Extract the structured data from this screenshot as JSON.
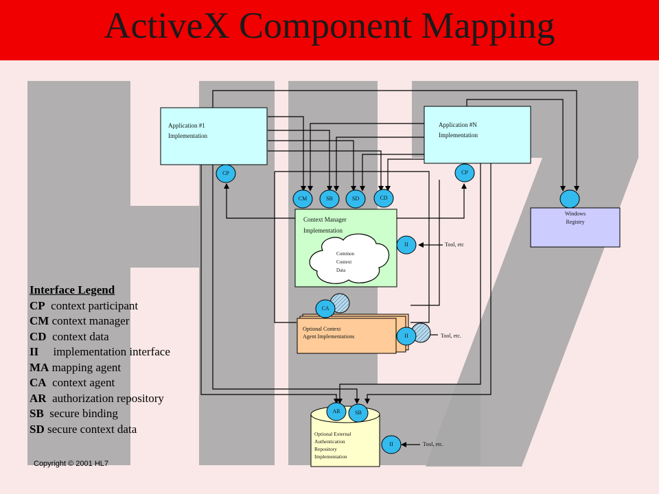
{
  "title": "ActiveX Component Mapping",
  "copyright": "Copyright © 2001 HL7",
  "colors": {
    "title_bar": "#f00000",
    "watermark": "#e8a8a8",
    "app_box": "#ccffff",
    "context_manager_box": "#ccffcc",
    "agent_box": "#ffcc99",
    "registry_box": "#ccccff",
    "repository": "#ffffcc",
    "interface_node": "#33bbee"
  },
  "watermark_text": "HL7",
  "boxes": {
    "app1": {
      "line1": "Application #1",
      "line2": "Implementation"
    },
    "appN": {
      "line1": "Application #N",
      "line2": "Implementation"
    },
    "context_manager": {
      "line1": "Context Manager",
      "line2": "Implementation"
    },
    "common_data": {
      "line1": "Common",
      "line2": "Context",
      "line3": "Data"
    },
    "agents": {
      "line1": "Optional Context",
      "line2": "Agent Implementations"
    },
    "registry": {
      "line1": "Windows",
      "line2": "Registry"
    },
    "repository": {
      "line1": "Optional External",
      "line2": "Authentication",
      "line3": "Repository",
      "line4": "Implementation"
    }
  },
  "nodes": {
    "cp": "CP",
    "cm": "CM",
    "sb": "SB",
    "sd": "SD",
    "cd": "CD",
    "ii": "II",
    "ca": "CA",
    "ar": "AR"
  },
  "tools": {
    "cm_tool": "Tool, etc",
    "agent_tool": "Tool, etc.",
    "repo_tool": "Tool, etc."
  },
  "legend": {
    "heading": "Interface Legend",
    "items": [
      {
        "code": "CP",
        "desc": "  context participant"
      },
      {
        "code": "CM",
        "desc": " context manager"
      },
      {
        "code": "CD",
        "desc": "  context data"
      },
      {
        "code": "II",
        "desc": "     implementation interface"
      },
      {
        "code": "MA",
        "desc": " mapping agent"
      },
      {
        "code": "CA",
        "desc": "  context agent"
      },
      {
        "code": "AR",
        "desc": "  authorization repository"
      },
      {
        "code": "SB",
        "desc": "  secure binding"
      },
      {
        "code": "SD",
        "desc": " secure context data"
      }
    ]
  }
}
